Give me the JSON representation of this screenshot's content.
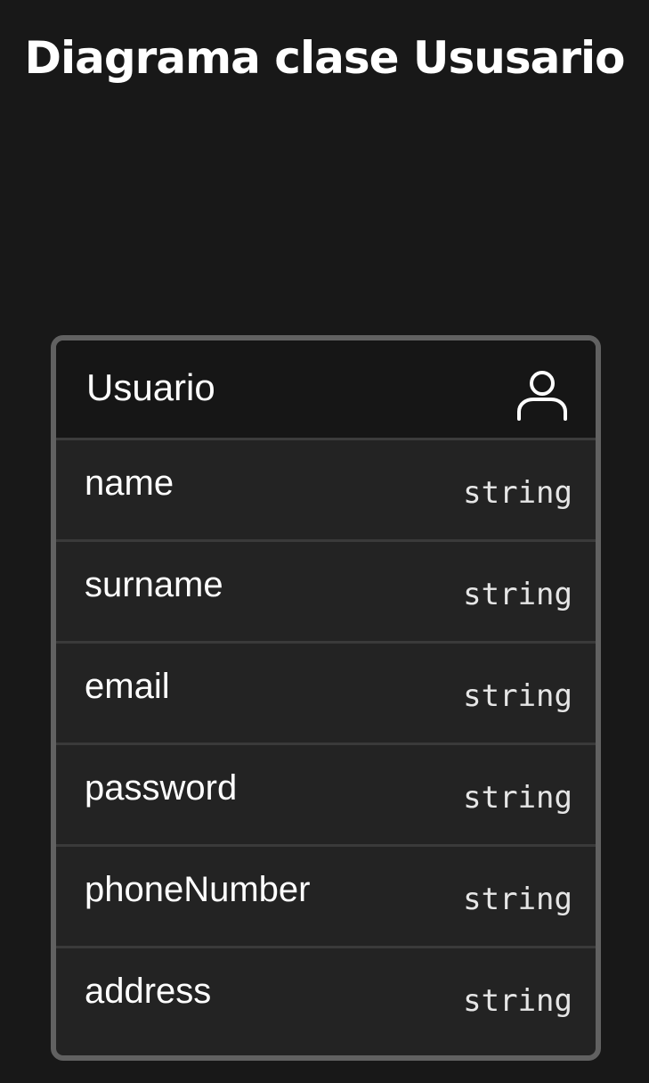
{
  "title": "Diagrama clase Ususario",
  "entity": {
    "name": "Usuario",
    "icon": "user-icon",
    "fields": [
      {
        "name": "name",
        "type": "string"
      },
      {
        "name": "surname",
        "type": "string"
      },
      {
        "name": "email",
        "type": "string"
      },
      {
        "name": "password",
        "type": "string"
      },
      {
        "name": "phoneNumber",
        "type": "string"
      },
      {
        "name": "address",
        "type": "string"
      }
    ]
  },
  "colors": {
    "background": "#181818",
    "entity_border": "#616161",
    "entity_header": "#161616",
    "entity_body": "#232323",
    "text": "#ffffff"
  }
}
